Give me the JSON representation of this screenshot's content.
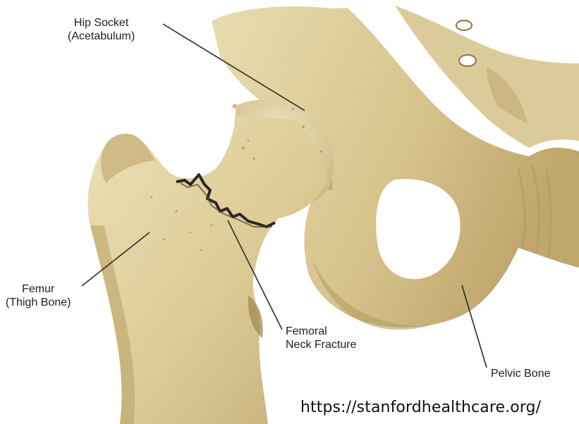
{
  "labels": {
    "hip_socket": {
      "line1": "Hip Socket",
      "line2": "(Acetabulum)"
    },
    "femur": {
      "line1": "Femur",
      "line2": "(Thigh Bone)"
    },
    "fracture": {
      "line1": "Femoral",
      "line2": "Neck Fracture"
    },
    "pelvic": {
      "line1": "Pelvic Bone"
    }
  },
  "source": "https://stanfordhealthcare.org/",
  "colors": {
    "bone": "#dccb96",
    "bone_shadow": "#b9a36a",
    "bone_dark": "#9a8350",
    "fracture": "#2a2622",
    "leader_line": "#2b2b2b"
  }
}
